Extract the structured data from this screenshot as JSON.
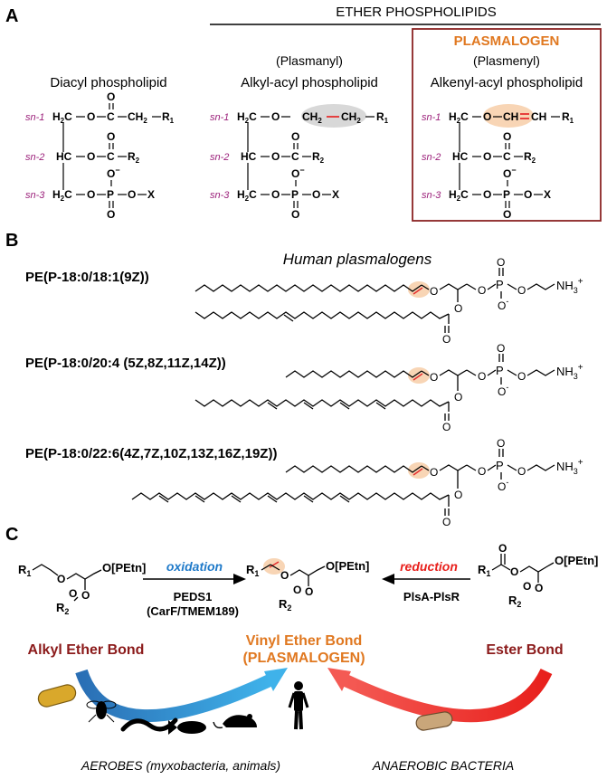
{
  "panel_a": {
    "letter": "A",
    "ether_header": "ETHER PHOSPHOLIPIDS",
    "positions": [
      "sn-1",
      "sn-2",
      "sn-3"
    ],
    "diacyl": {
      "name": "Diacyl phospholipid"
    },
    "plasmanyl": {
      "paren": "(Plasmanyl)",
      "name": "Alkyl-acyl phospholipid"
    },
    "plasmalogen": {
      "title": "PLASMALOGEN",
      "paren": "(Plasmenyl)",
      "name": "Alkenyl-acyl phospholipid"
    },
    "structure": {
      "h2c": "H",
      "two": "2",
      "c": "C",
      "o": "O",
      "hc": "HC",
      "p": "P",
      "r1": "R",
      "r1_sub": "1",
      "r2": "R",
      "r2_sub": "2",
      "x": "X",
      "minus": "−",
      "ch2": "CH",
      "ch": "CH"
    },
    "colors": {
      "magenta": "#9b1f7a",
      "orange": "#e07820",
      "box": "#8b2323",
      "highlight_red": "#e53030"
    }
  },
  "panel_b": {
    "letter": "B",
    "title": "Human plasmalogens",
    "lipids": [
      {
        "name": "PE(P-18:0/18:1(9Z))"
      },
      {
        "name": "PE(P-18:0/20:4 (5Z,8Z,11Z,14Z))"
      },
      {
        "name": "PE(P-18:0/22:6(4Z,7Z,10Z,13Z,16Z,19Z))"
      }
    ],
    "atoms": {
      "o": "O",
      "p": "P",
      "nh3": "NH",
      "nh3_sub": "3",
      "plus": "+",
      "ominus": "O",
      "minus": "-"
    }
  },
  "panel_c": {
    "letter": "C",
    "left_mol": {
      "r1": "R",
      "r1_sub": "1",
      "r2": "R",
      "r2_sub": "2",
      "o": "O",
      "petn": "O[PEtn]"
    },
    "oxidation": "oxidation",
    "peds1": "PEDS1",
    "carf": "(CarF/TMEM189)",
    "reduction": "reduction",
    "plsa": "PlsA-PlsR",
    "alkyl_ether": "Alkyl Ether Bond",
    "vinyl_ether": "Vinyl Ether Bond",
    "plasmalogen_paren": "(PLASMALOGEN)",
    "ester_bond": "Ester Bond",
    "aerobes": "AEROBES (myxobacteria, animals)",
    "anaerobic": "ANAEROBIC BACTERIA",
    "icons": [
      "bacterium-icon",
      "fly-icon",
      "worm-icon",
      "fish-icon",
      "mouse-icon",
      "human-icon",
      "bacterium-icon"
    ],
    "colors": {
      "blue": "#1f7ac9",
      "red": "#e8201c",
      "dark_red": "#8b1a1a",
      "orange": "#e07820"
    }
  }
}
